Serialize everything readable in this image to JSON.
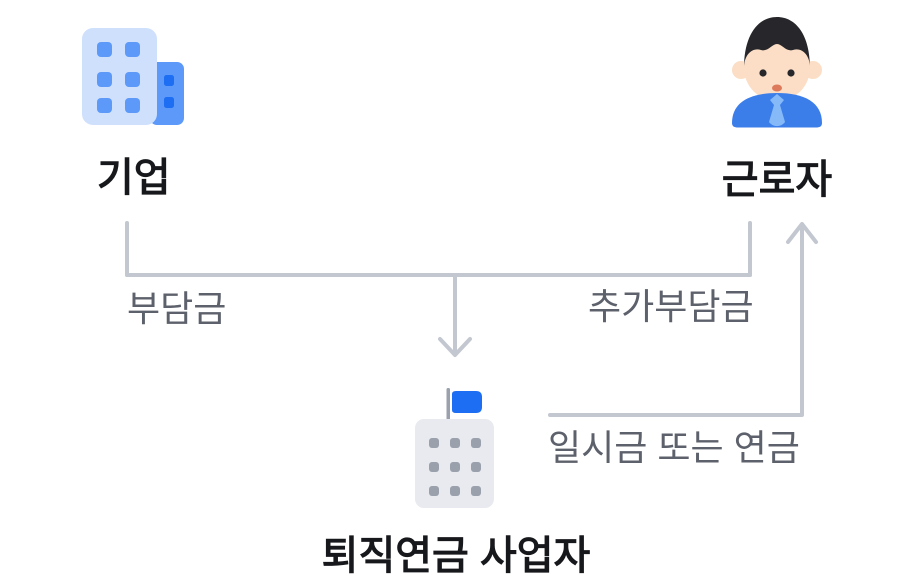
{
  "diagram": {
    "nodes": {
      "company": {
        "label": "기업",
        "icon": "office-buildings-icon"
      },
      "worker": {
        "label": "근로자",
        "icon": "worker-avatar-icon"
      },
      "provider": {
        "label": "퇴직연금 사업자",
        "icon": "flag-building-icon"
      }
    },
    "edges": {
      "company_contribution": {
        "label": "부담금",
        "from": "기업",
        "to": "퇴직연금 사업자",
        "direction": "down"
      },
      "worker_contribution": {
        "label": "추가부담금",
        "from": "근로자",
        "to": "퇴직연금 사업자",
        "direction": "down"
      },
      "payout": {
        "label": "일시금 또는 연금",
        "from": "퇴직연금 사업자",
        "to": "근로자",
        "direction": "up"
      }
    }
  },
  "colors": {
    "bg": "#ffffff",
    "line": "#c3c7d0",
    "ink": "#17181c",
    "muted": "#5d616b",
    "blue-100": "#cfe0fc",
    "blue-400": "#5d99f8",
    "blue-600": "#1d6ef3",
    "skin": "#fbdec5",
    "hair": "#26262b",
    "mouth": "#dd7a5c",
    "suit": "#3c7ee9",
    "tie": "#86b9f8",
    "gray-100": "#e8eaef",
    "gray-400": "#9aa1ac"
  }
}
